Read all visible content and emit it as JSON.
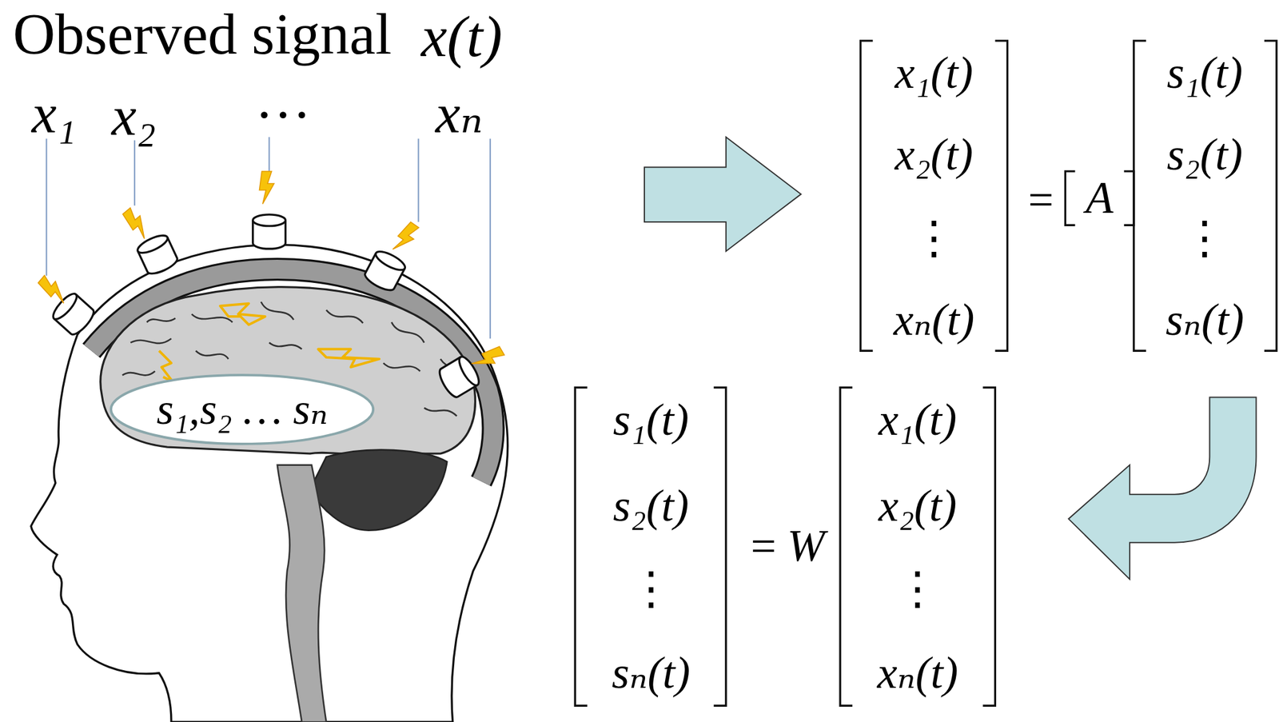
{
  "diagram": {
    "nodes": [
      {
        "text": [
          "s₁,s₂ … sₙ"
        ]
      }
    ],
    "labels": [
      "Observed signal",
      "x(t)",
      "x₁",
      "x₂",
      "…",
      "xₙ",
      "x₁(t)",
      "x₂(t)",
      "⋮",
      "xₙ(t)",
      "=",
      "A",
      "s₁(t)",
      "s₂(t)",
      "⋮",
      "sₙ(t)",
      "s₁(t)",
      "s₂(t)",
      "⋮",
      "sₙ(t)",
      "=",
      "W",
      "x₁(t)",
      "x₂(t)",
      "⋮",
      "xₙ(t)"
    ]
  }
}
